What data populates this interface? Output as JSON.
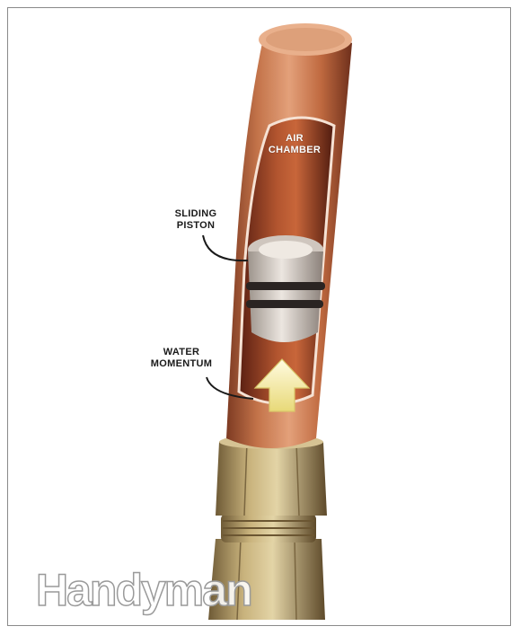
{
  "labels": {
    "air_chamber": [
      "AIR",
      "CHAMBER"
    ],
    "sliding_piston": [
      "SLIDING",
      "PISTON"
    ],
    "water_momentum": [
      "WATER",
      "MOMENTUM"
    ]
  },
  "watermark": "Handyman",
  "colors": {
    "copper": "#c06a40",
    "copper_dark": "#7a3320",
    "brass": "#b09a6a",
    "piston": "#d8cfc8",
    "arrow": "#f3efb0",
    "frame": "#8a8a8a"
  }
}
